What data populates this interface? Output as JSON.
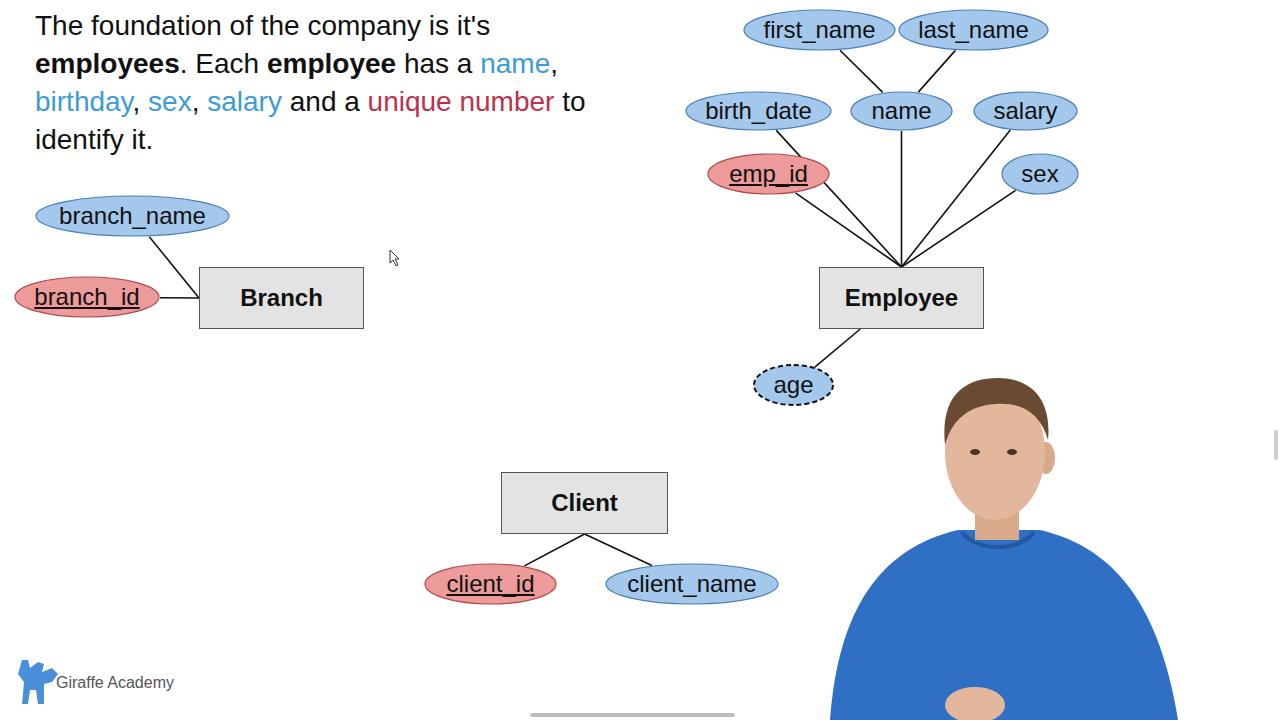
{
  "diagram": {
    "nodes": [
      {
        "text": [
          "branch_name"
        ]
      },
      {
        "text": [
          "branch_id"
        ]
      },
      {
        "text": [
          "Branch"
        ]
      },
      {
        "text": [
          "first_name"
        ]
      },
      {
        "text": [
          "last_name"
        ]
      },
      {
        "text": [
          "birth_date"
        ]
      },
      {
        "text": [
          "name"
        ]
      },
      {
        "text": [
          "salary"
        ]
      },
      {
        "text": [
          "emp_id"
        ]
      },
      {
        "text": [
          "sex"
        ]
      },
      {
        "text": [
          "Employee"
        ]
      },
      {
        "text": [
          "age"
        ]
      },
      {
        "text": [
          "Client"
        ]
      },
      {
        "text": [
          "client_id"
        ]
      },
      {
        "text": [
          "client_name"
        ]
      }
    ],
    "edges": [
      {
        "from": 0,
        "to": 2,
        "arrow": "none"
      },
      {
        "from": 1,
        "to": 2,
        "arrow": "none"
      },
      {
        "from": 3,
        "to": 6,
        "arrow": "none"
      },
      {
        "from": 4,
        "to": 6,
        "arrow": "none"
      },
      {
        "from": 5,
        "to": 10,
        "arrow": "none"
      },
      {
        "from": 6,
        "to": 10,
        "arrow": "none"
      },
      {
        "from": 7,
        "to": 10,
        "arrow": "none"
      },
      {
        "from": 8,
        "to": 10,
        "arrow": "none"
      },
      {
        "from": 9,
        "to": 10,
        "arrow": "none"
      },
      {
        "from": 10,
        "to": 11,
        "arrow": "none"
      },
      {
        "from": 12,
        "to": 13,
        "arrow": "none"
      },
      {
        "from": 12,
        "to": 14,
        "arrow": "none"
      }
    ],
    "labels": [
      "The foundation of the company is it's",
      "employees",
      ". Each",
      "employee",
      "has a",
      "name",
      ",",
      "birthday",
      ",",
      "sex",
      ",",
      "salary",
      "and a",
      "unique number",
      "to identify it.",
      "Giraffe Academy"
    ]
  }
}
